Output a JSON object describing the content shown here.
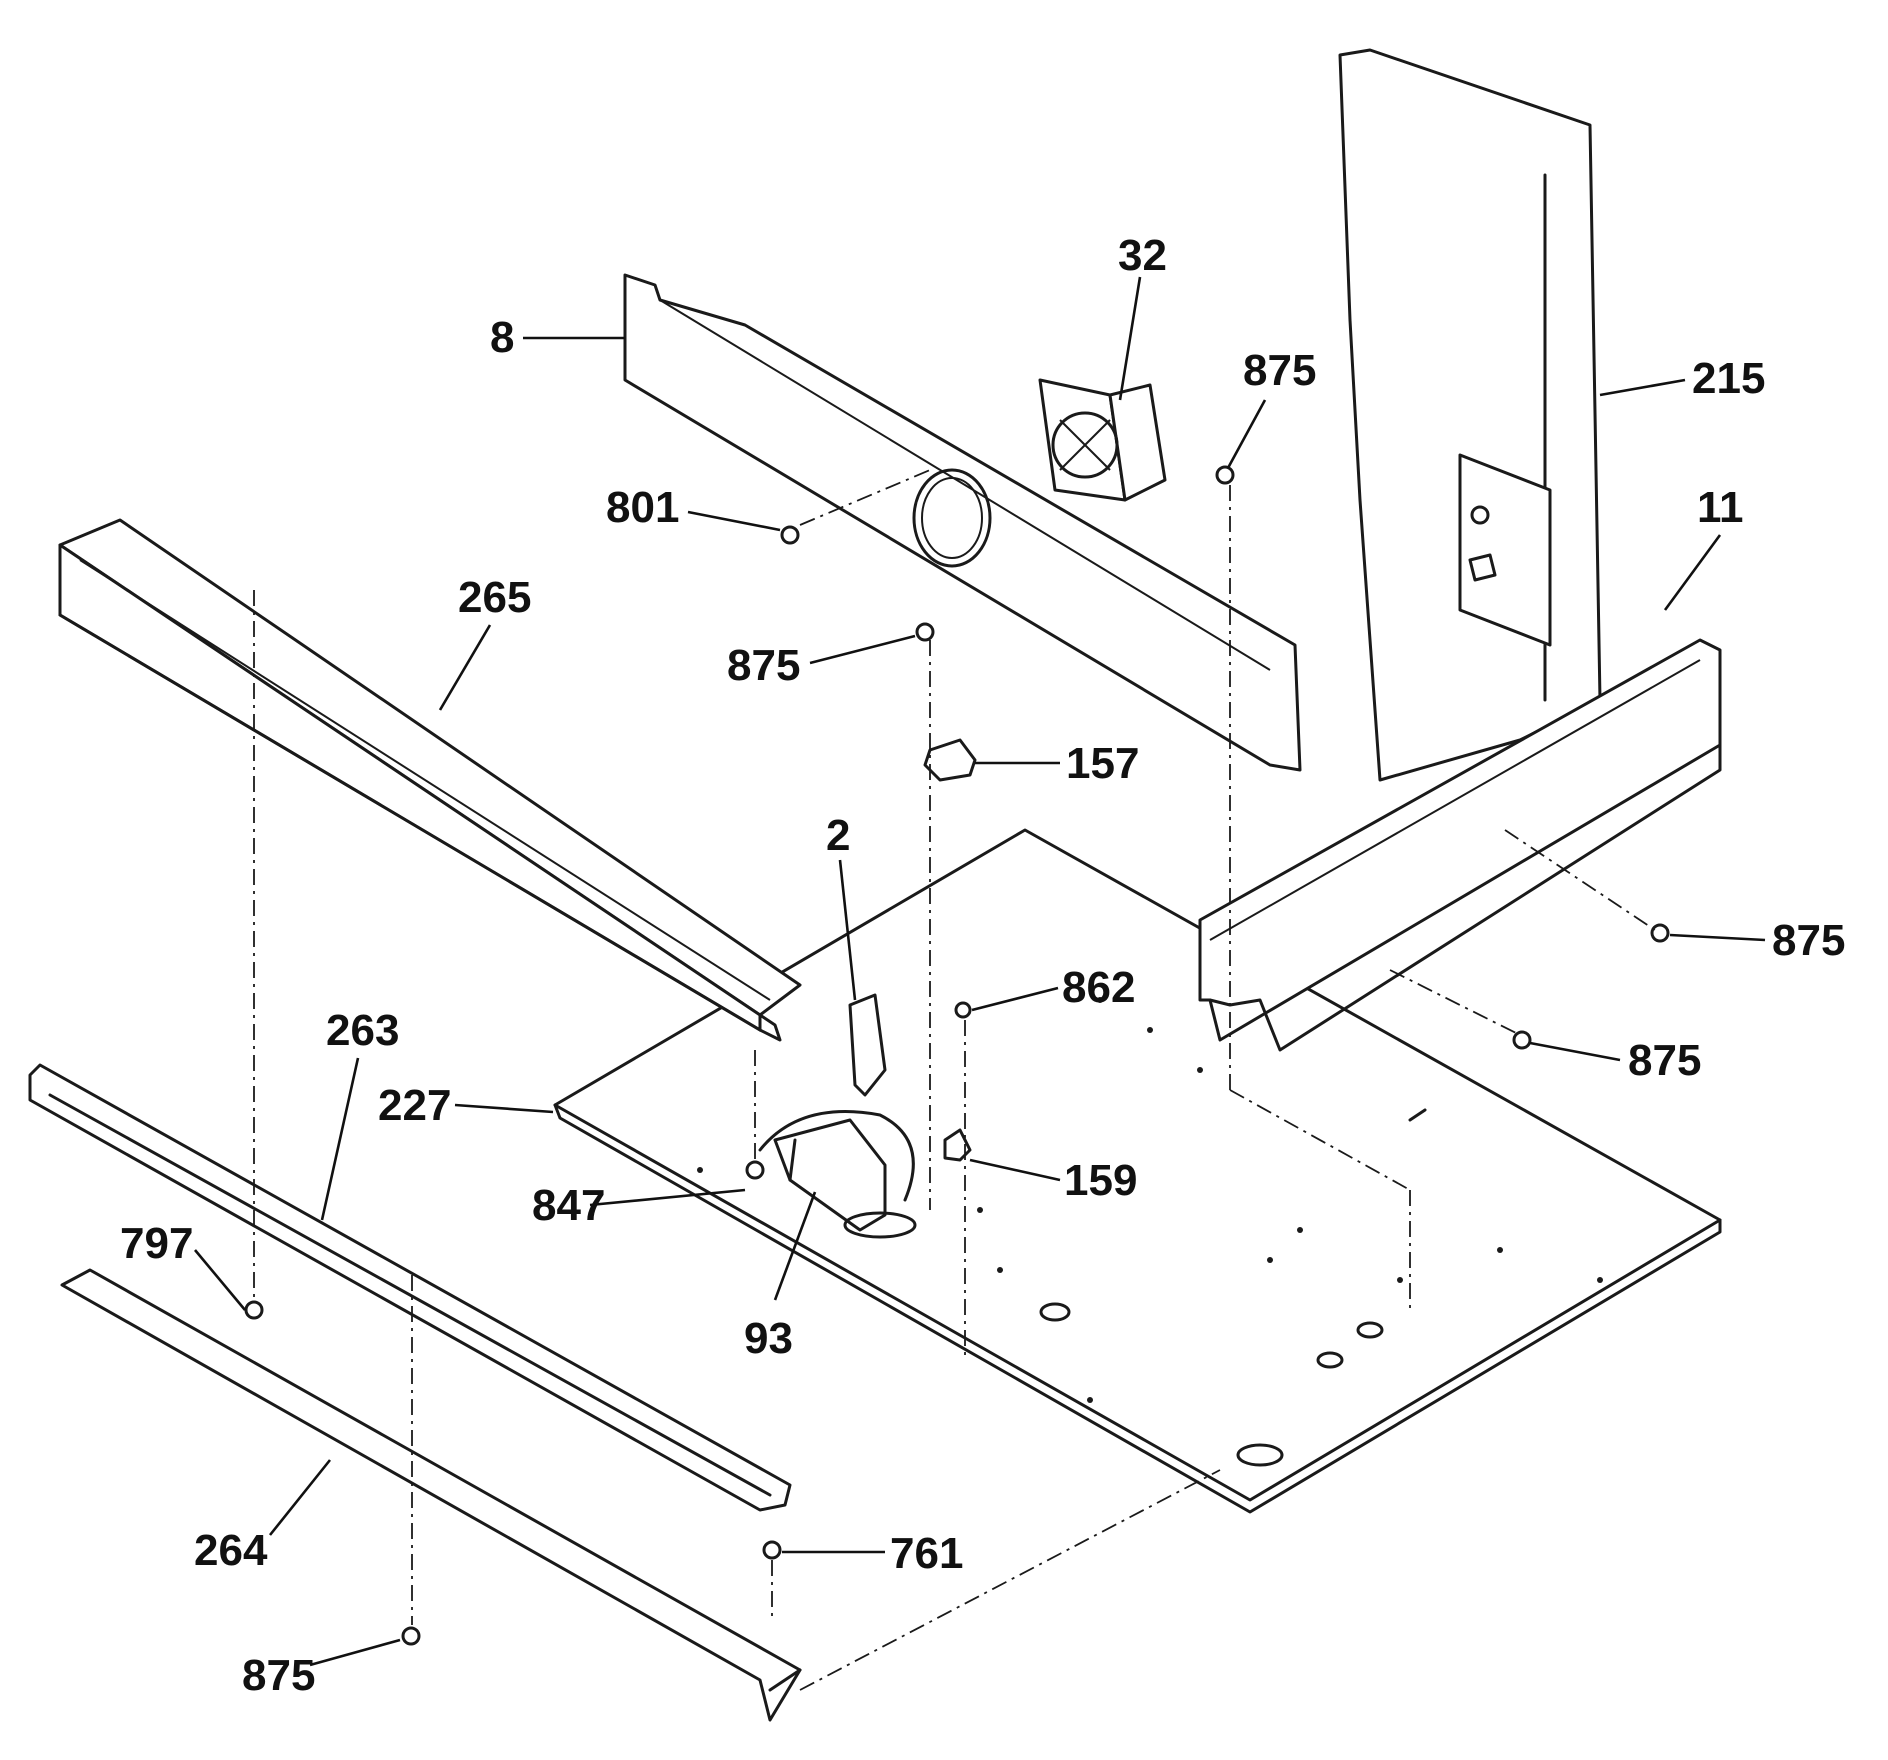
{
  "callouts": [
    {
      "id": "c-32",
      "text": "32"
    },
    {
      "id": "c-8",
      "text": "8"
    },
    {
      "id": "c-875-top",
      "text": "875"
    },
    {
      "id": "c-215",
      "text": "215"
    },
    {
      "id": "c-801",
      "text": "801"
    },
    {
      "id": "c-11",
      "text": "11"
    },
    {
      "id": "c-265",
      "text": "265"
    },
    {
      "id": "c-875-mid",
      "text": "875"
    },
    {
      "id": "c-157",
      "text": "157"
    },
    {
      "id": "c-2",
      "text": "2"
    },
    {
      "id": "c-875-right1",
      "text": "875"
    },
    {
      "id": "c-862",
      "text": "862"
    },
    {
      "id": "c-263",
      "text": "263"
    },
    {
      "id": "c-875-right2",
      "text": "875"
    },
    {
      "id": "c-227",
      "text": "227"
    },
    {
      "id": "c-159",
      "text": "159"
    },
    {
      "id": "c-847",
      "text": "847"
    },
    {
      "id": "c-797",
      "text": "797"
    },
    {
      "id": "c-93",
      "text": "93"
    },
    {
      "id": "c-264",
      "text": "264"
    },
    {
      "id": "c-761",
      "text": "761"
    },
    {
      "id": "c-875-bottom",
      "text": "875"
    }
  ]
}
